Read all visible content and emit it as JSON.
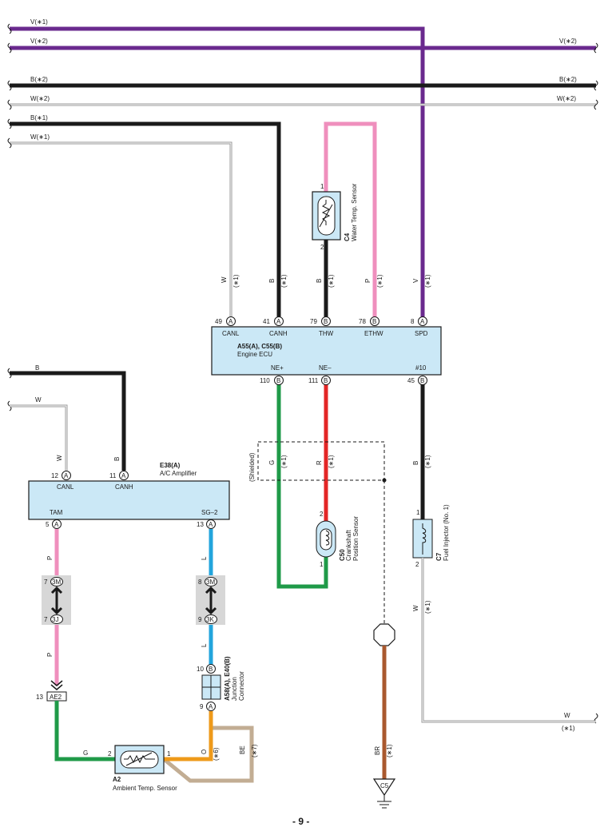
{
  "colors": {
    "violet": "#6a2a8e",
    "black": "#1a1a1a",
    "pink": "#ef8fbd",
    "green": "#1f9a48",
    "red": "#e32626",
    "blue": "#23a5dc",
    "orange": "#ee9a1a",
    "tan": "#c2ad93",
    "brown": "#a9582e",
    "ecu_fill": "#cbe8f6",
    "connector_gray": "#d7d7d7"
  },
  "top_lines": {
    "v1": "V(∗1)",
    "v2": "V(∗2)",
    "v2_right": "V(∗2)",
    "b2": "B(∗2)",
    "b2_right": "B(∗2)",
    "w2": "W(∗2)",
    "w2_right": "W(∗2)",
    "b1": "B(∗1)",
    "w1": "W(∗1)"
  },
  "ecu": {
    "code": "A55(A), C55(B)",
    "name": "Engine ECU",
    "top_pins": [
      {
        "num": "49",
        "conn": "A",
        "label": "CANL",
        "wire": "W",
        "note": "(∗1)"
      },
      {
        "num": "41",
        "conn": "A",
        "label": "CANH",
        "wire": "B",
        "note": "(∗1)"
      },
      {
        "num": "79",
        "conn": "B",
        "label": "THW",
        "wire": "B",
        "note": "(∗1)"
      },
      {
        "num": "78",
        "conn": "B",
        "label": "ETHW",
        "wire": "P",
        "note": "(∗1)"
      },
      {
        "num": "8",
        "conn": "A",
        "label": "SPD",
        "wire": "V",
        "note": "(∗1)"
      }
    ],
    "bottom_pins": [
      {
        "num": "110",
        "conn": "B",
        "label": "NE+"
      },
      {
        "num": "111",
        "conn": "B",
        "label": "NE–"
      },
      {
        "num": "45",
        "conn": "B",
        "label": "#10"
      }
    ]
  },
  "water_sensor": {
    "code": "C4",
    "name": "Water Temp. Sensor",
    "pin_top": "1",
    "pin_bottom": "2"
  },
  "crank_sensor": {
    "code": "C50",
    "name_line1": "Crankshaft",
    "name_line2": "Position Sensor",
    "pin_top": "2",
    "pin_bottom": "1"
  },
  "injector": {
    "code": "C7",
    "name": "Fuel Injector (No. 1)",
    "pin_top": "1",
    "pin_bottom": "2"
  },
  "crank_wires": {
    "g": "G",
    "r": "R",
    "note1": "(∗1)",
    "note2": "(∗1)",
    "shielded": "(Shielded)"
  },
  "injector_wires": {
    "b": "B",
    "b_note": "(∗1)",
    "w": "W",
    "w_note": "(∗1)",
    "w_right": "W",
    "w_right_note": "(∗1)"
  },
  "amp": {
    "code": "E38(A)",
    "name": "A/C Amplifier",
    "left_lines": {
      "b": "B",
      "w": "W"
    },
    "top_pins": [
      {
        "num": "12",
        "conn": "A",
        "label": "CANL",
        "wire": "W"
      },
      {
        "num": "11",
        "conn": "A",
        "label": "CANH",
        "wire": "B"
      }
    ],
    "bottom_pins": [
      {
        "num": "5",
        "conn": "A",
        "label": "TAM"
      },
      {
        "num": "13",
        "conn": "A",
        "label": "SG–2"
      }
    ]
  },
  "junction_left": {
    "top_num": "7",
    "top_conn": "3M",
    "bot_num": "7",
    "bot_conn": "3J",
    "wire_top": "P",
    "wire_bot": "P"
  },
  "junction_right": {
    "top_num": "8",
    "top_conn": "3M",
    "bot_num": "9",
    "bot_conn": "3K",
    "wire_top": "L",
    "wire_bot": "L"
  },
  "ae2": {
    "pin": "13",
    "label": "AE2"
  },
  "junction_connector": {
    "code": "A58(A), E40(B)",
    "name_line1": "Junction",
    "name_line2": "Connector",
    "top_num": "10",
    "top_conn": "B",
    "bot_num": "9",
    "bot_conn": "A"
  },
  "ambient": {
    "code": "A2",
    "name": "Ambient Temp. Sensor",
    "pin_left": "2",
    "pin_right": "1",
    "wire_g": "G",
    "wire_o": "O",
    "wire_be": "BE",
    "note6": "(∗6)",
    "note7": "(∗7)"
  },
  "ground": {
    "label": "C5",
    "wire": "BR",
    "note": "(∗1)"
  },
  "page": "- 9 -"
}
